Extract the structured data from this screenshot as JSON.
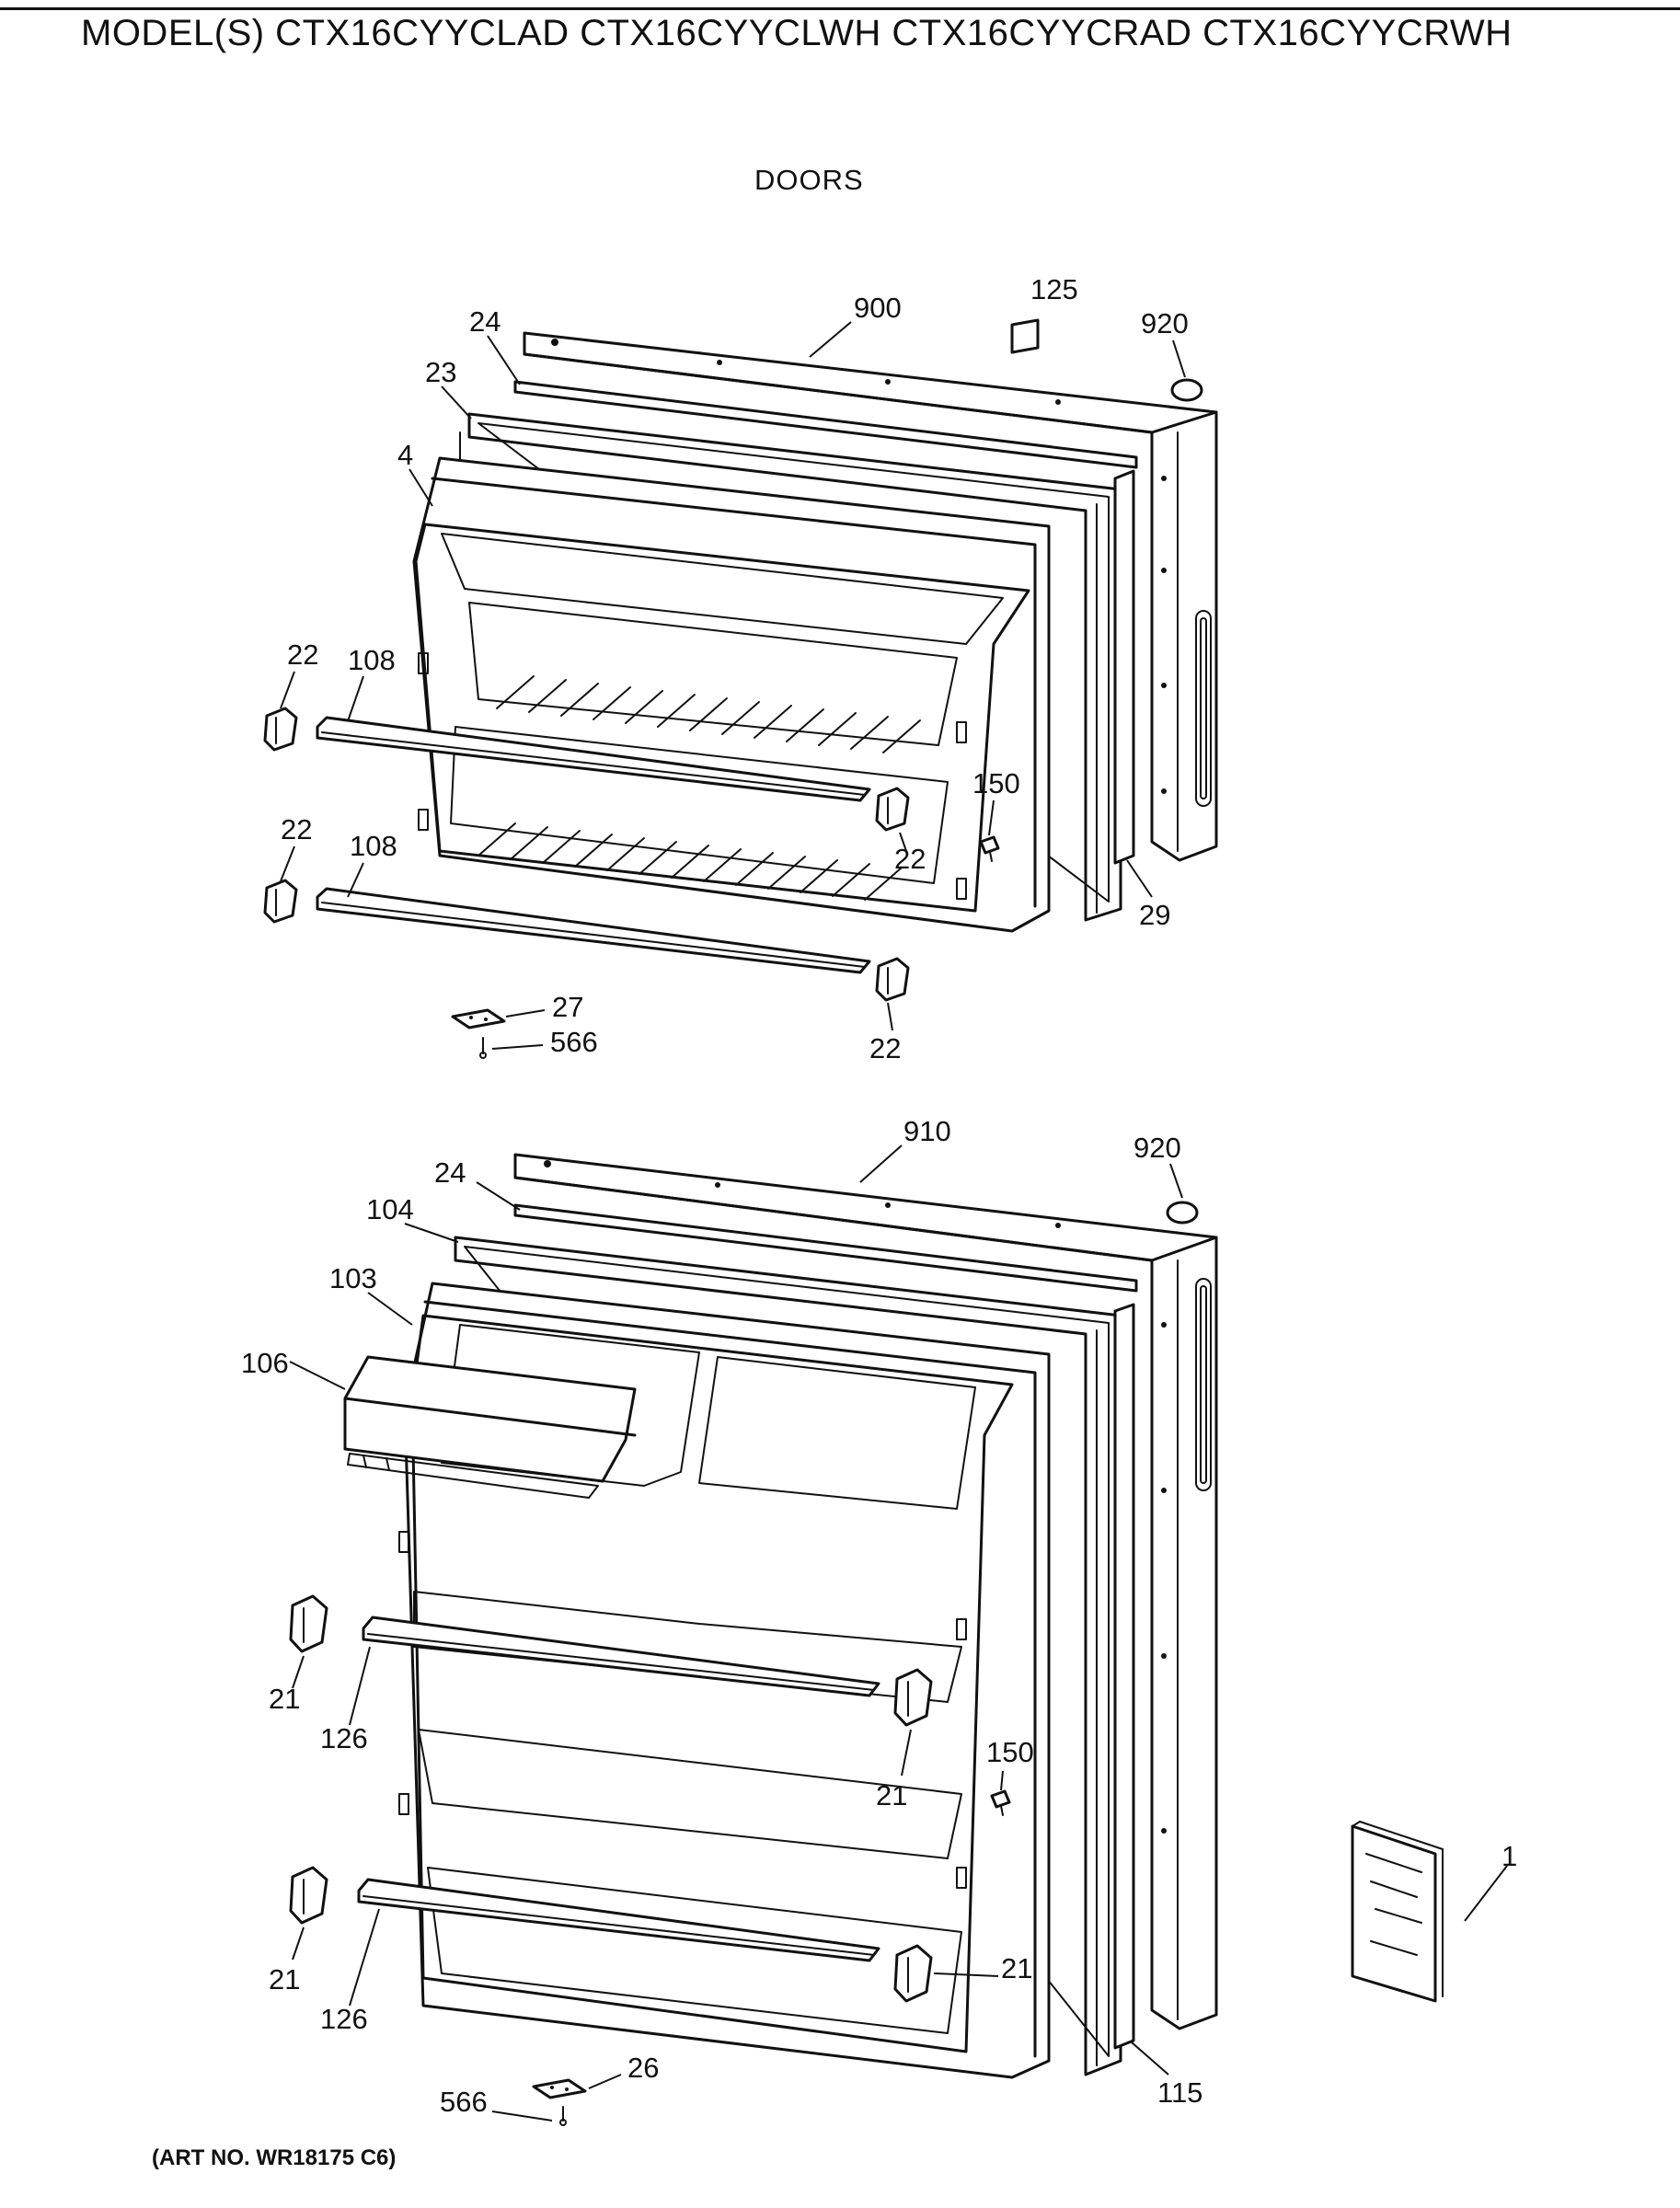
{
  "header": {
    "title": "MODEL(S) CTX16CYYCLAD  CTX16CYYCLWH  CTX16CYYCRAD  CTX16CYYCRWH",
    "section": "DOORS"
  },
  "footer": {
    "art_no": "(ART NO. WR18175 C6)"
  },
  "labels": {
    "freezer": {
      "l900": "900",
      "l125": "125",
      "l920": "920",
      "l24": "24",
      "l23": "23",
      "l4": "4",
      "l22a": "22",
      "l108a": "108",
      "l22b": "22",
      "l108b": "108",
      "l150": "150",
      "l22c": "22",
      "l29": "29",
      "l27": "27",
      "l566": "566",
      "l22d": "22"
    },
    "fresh_food": {
      "l910": "910",
      "l920": "920",
      "l24": "24",
      "l104": "104",
      "l103": "103",
      "l106": "106",
      "l21a": "21",
      "l126a": "126",
      "l150": "150",
      "l21b": "21",
      "l21c": "21",
      "l126b": "126",
      "l21d": "21",
      "l115": "115",
      "l1": "1",
      "l26": "26",
      "l566": "566"
    }
  }
}
